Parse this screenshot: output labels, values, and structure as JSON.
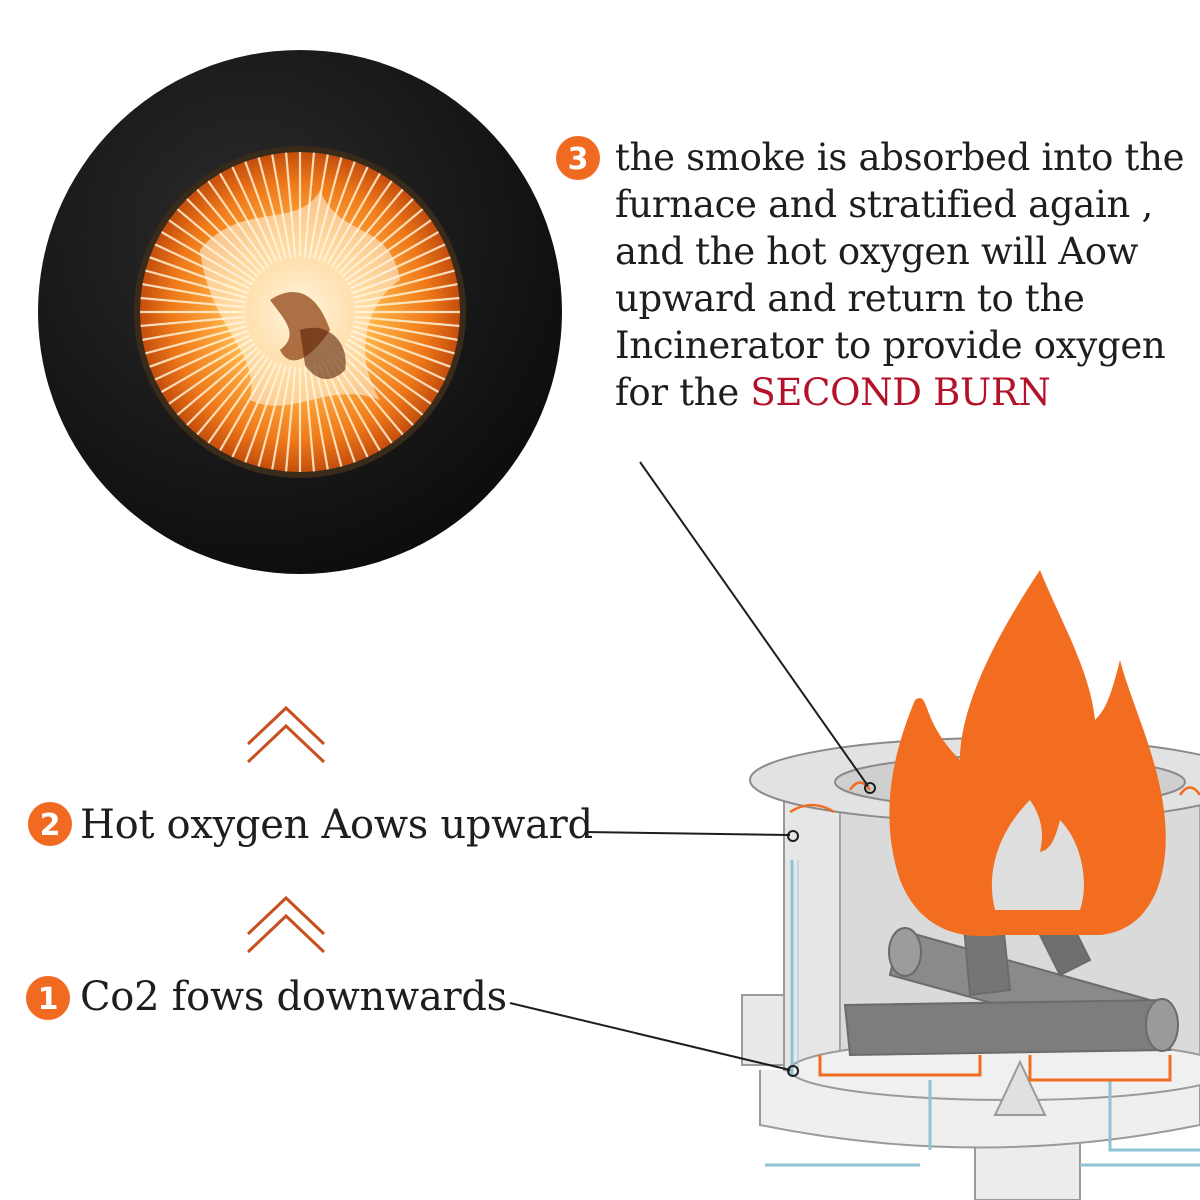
{
  "steps": {
    "step3": {
      "number": "3",
      "text": "the smoke is absorbed into the furnace and stratified again , and the hot oxygen will Aow upward and return to the Incinerator to provide oxygen for the ",
      "highlight": "SECOND BURN"
    },
    "step2": {
      "number": "2",
      "text": "Hot oxygen Aows upward"
    },
    "step1": {
      "number": "1",
      "text": "Co2 fows downwards"
    }
  },
  "colors": {
    "accent_orange": "#f06a21",
    "highlight_red": "#b3122a",
    "flame_orange": "#f26d1f",
    "chevron": "#c8501f",
    "airflow_blue": "#8fc3d4",
    "ring_dark": "#151515"
  }
}
